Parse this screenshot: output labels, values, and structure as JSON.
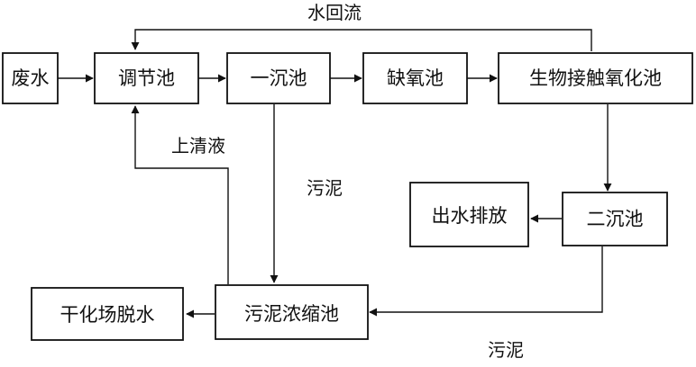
{
  "nodes": {
    "wastewater": "废水",
    "equalization_tank": "调节池",
    "primary_clarifier": "一沉池",
    "anoxic_tank": "缺氧池",
    "contact_oxidation_tank": "生物接触氧化池",
    "secondary_clarifier": "二沉池",
    "effluent_discharge": "出水排放",
    "sludge_thickener": "污泥浓缩池",
    "drying_bed_dewatering": "干化场脱水"
  },
  "edge_labels": {
    "water_return": "水回流",
    "supernatant": "上清液",
    "sludge_primary": "污泥",
    "sludge_secondary": "污泥"
  },
  "colors": {
    "ink": "#111111",
    "background": "#ffffff"
  }
}
